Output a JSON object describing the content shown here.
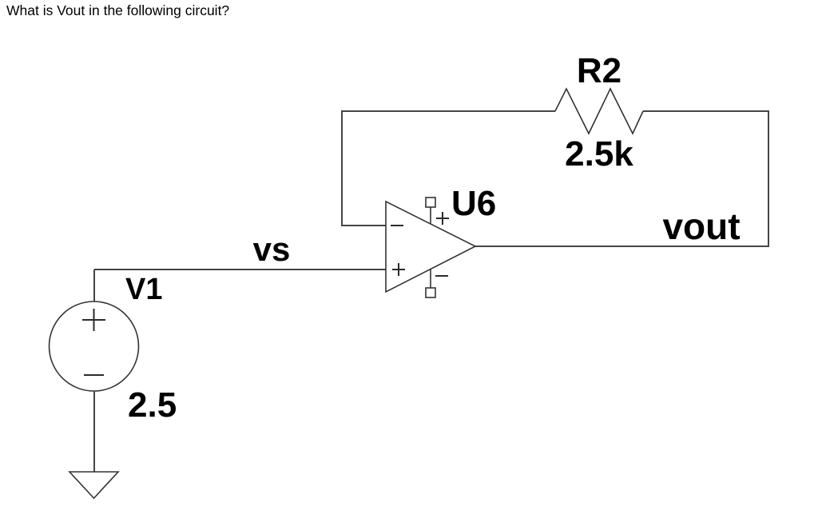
{
  "title": "What is Vout in the following circuit?",
  "colors": {
    "background": "#ffffff",
    "wire": "#454545",
    "component_outline": "#333333",
    "label_text": "#000000"
  },
  "components": {
    "opamp": {
      "ref": "U6"
    },
    "feedback_resistor": {
      "ref": "R2",
      "value": "2.5k"
    },
    "voltage_source": {
      "ref": "V1",
      "value": "2.5"
    }
  },
  "nets": {
    "input": "vs",
    "output": "vout"
  },
  "icons": {
    "opamp_inverting_input": "−",
    "opamp_noninverting_input": "+",
    "opamp_vplus_pin": "+",
    "opamp_vminus_pin": "−",
    "source_positive": "+",
    "source_negative": "−",
    "ground": "▽"
  }
}
